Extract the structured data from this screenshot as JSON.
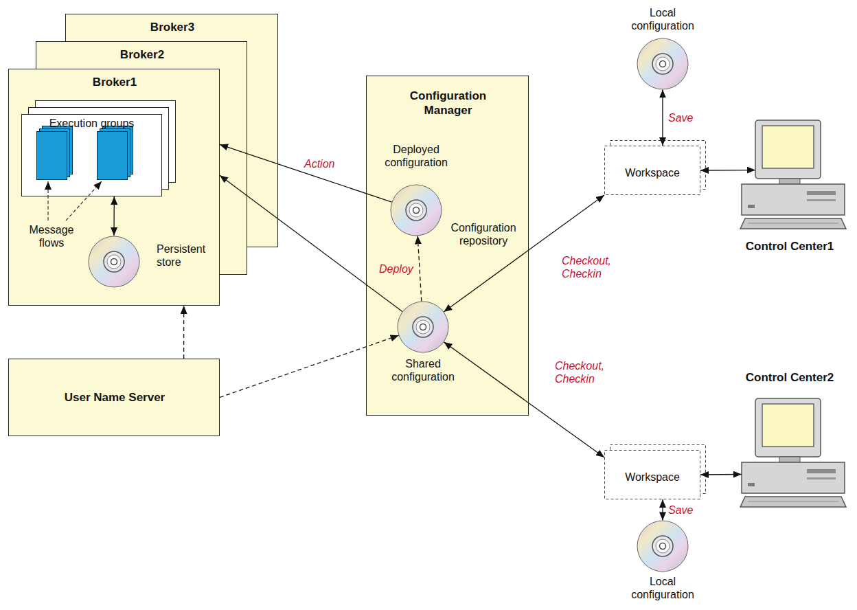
{
  "diagram": {
    "nodes": [
      {
        "text": [
          "Broker3"
        ]
      },
      {
        "text": [
          "Broker2"
        ]
      },
      {
        "text": [
          "Broker1"
        ]
      },
      {
        "text": [
          "Execution groups"
        ],
        "in": 2
      },
      {
        "text": [
          "Persistent store"
        ],
        "in": 2
      },
      {
        "text": [
          "User Name Server"
        ]
      },
      {
        "text": [
          "Configuration Manager"
        ]
      },
      {
        "text": [
          "Deployed configuration"
        ],
        "in": 6
      },
      {
        "text": [
          "Shared configuration"
        ],
        "in": 6
      },
      {
        "text": [
          "Local configuration"
        ]
      },
      {
        "text": [
          "Workspace"
        ]
      },
      {
        "text": [
          "Control Center1"
        ]
      },
      {
        "text": [
          "Workspace"
        ]
      },
      {
        "text": [
          "Control Center2"
        ]
      },
      {
        "text": [
          "Local configuration"
        ]
      }
    ],
    "edges": [
      {
        "from": 7,
        "to": 2,
        "label": "Action",
        "arrow": "to"
      },
      {
        "from": 8,
        "to": 2,
        "arrow": "to"
      },
      {
        "from": 3,
        "to": 4,
        "arrow": "both"
      },
      {
        "from": 8,
        "to": 7,
        "label": "Deploy",
        "arrow": "to"
      },
      {
        "from": 5,
        "to": 2,
        "arrow": "to"
      },
      {
        "from": 5,
        "to": 8,
        "arrow": "to"
      },
      {
        "from": 8,
        "to": 10,
        "label": "Checkout, Checkin",
        "arrow": "both"
      },
      {
        "from": 8,
        "to": 12,
        "label": "Checkout, Checkin",
        "arrow": "both"
      },
      {
        "from": 9,
        "to": 10,
        "label": "Save",
        "arrow": "both"
      },
      {
        "from": 10,
        "to": 11,
        "arrow": "both"
      },
      {
        "from": 12,
        "to": 13,
        "arrow": "both"
      },
      {
        "from": 12,
        "to": 14,
        "label": "Save",
        "arrow": "both"
      }
    ],
    "labels": [
      "Message flows",
      "Configuration repository"
    ]
  }
}
